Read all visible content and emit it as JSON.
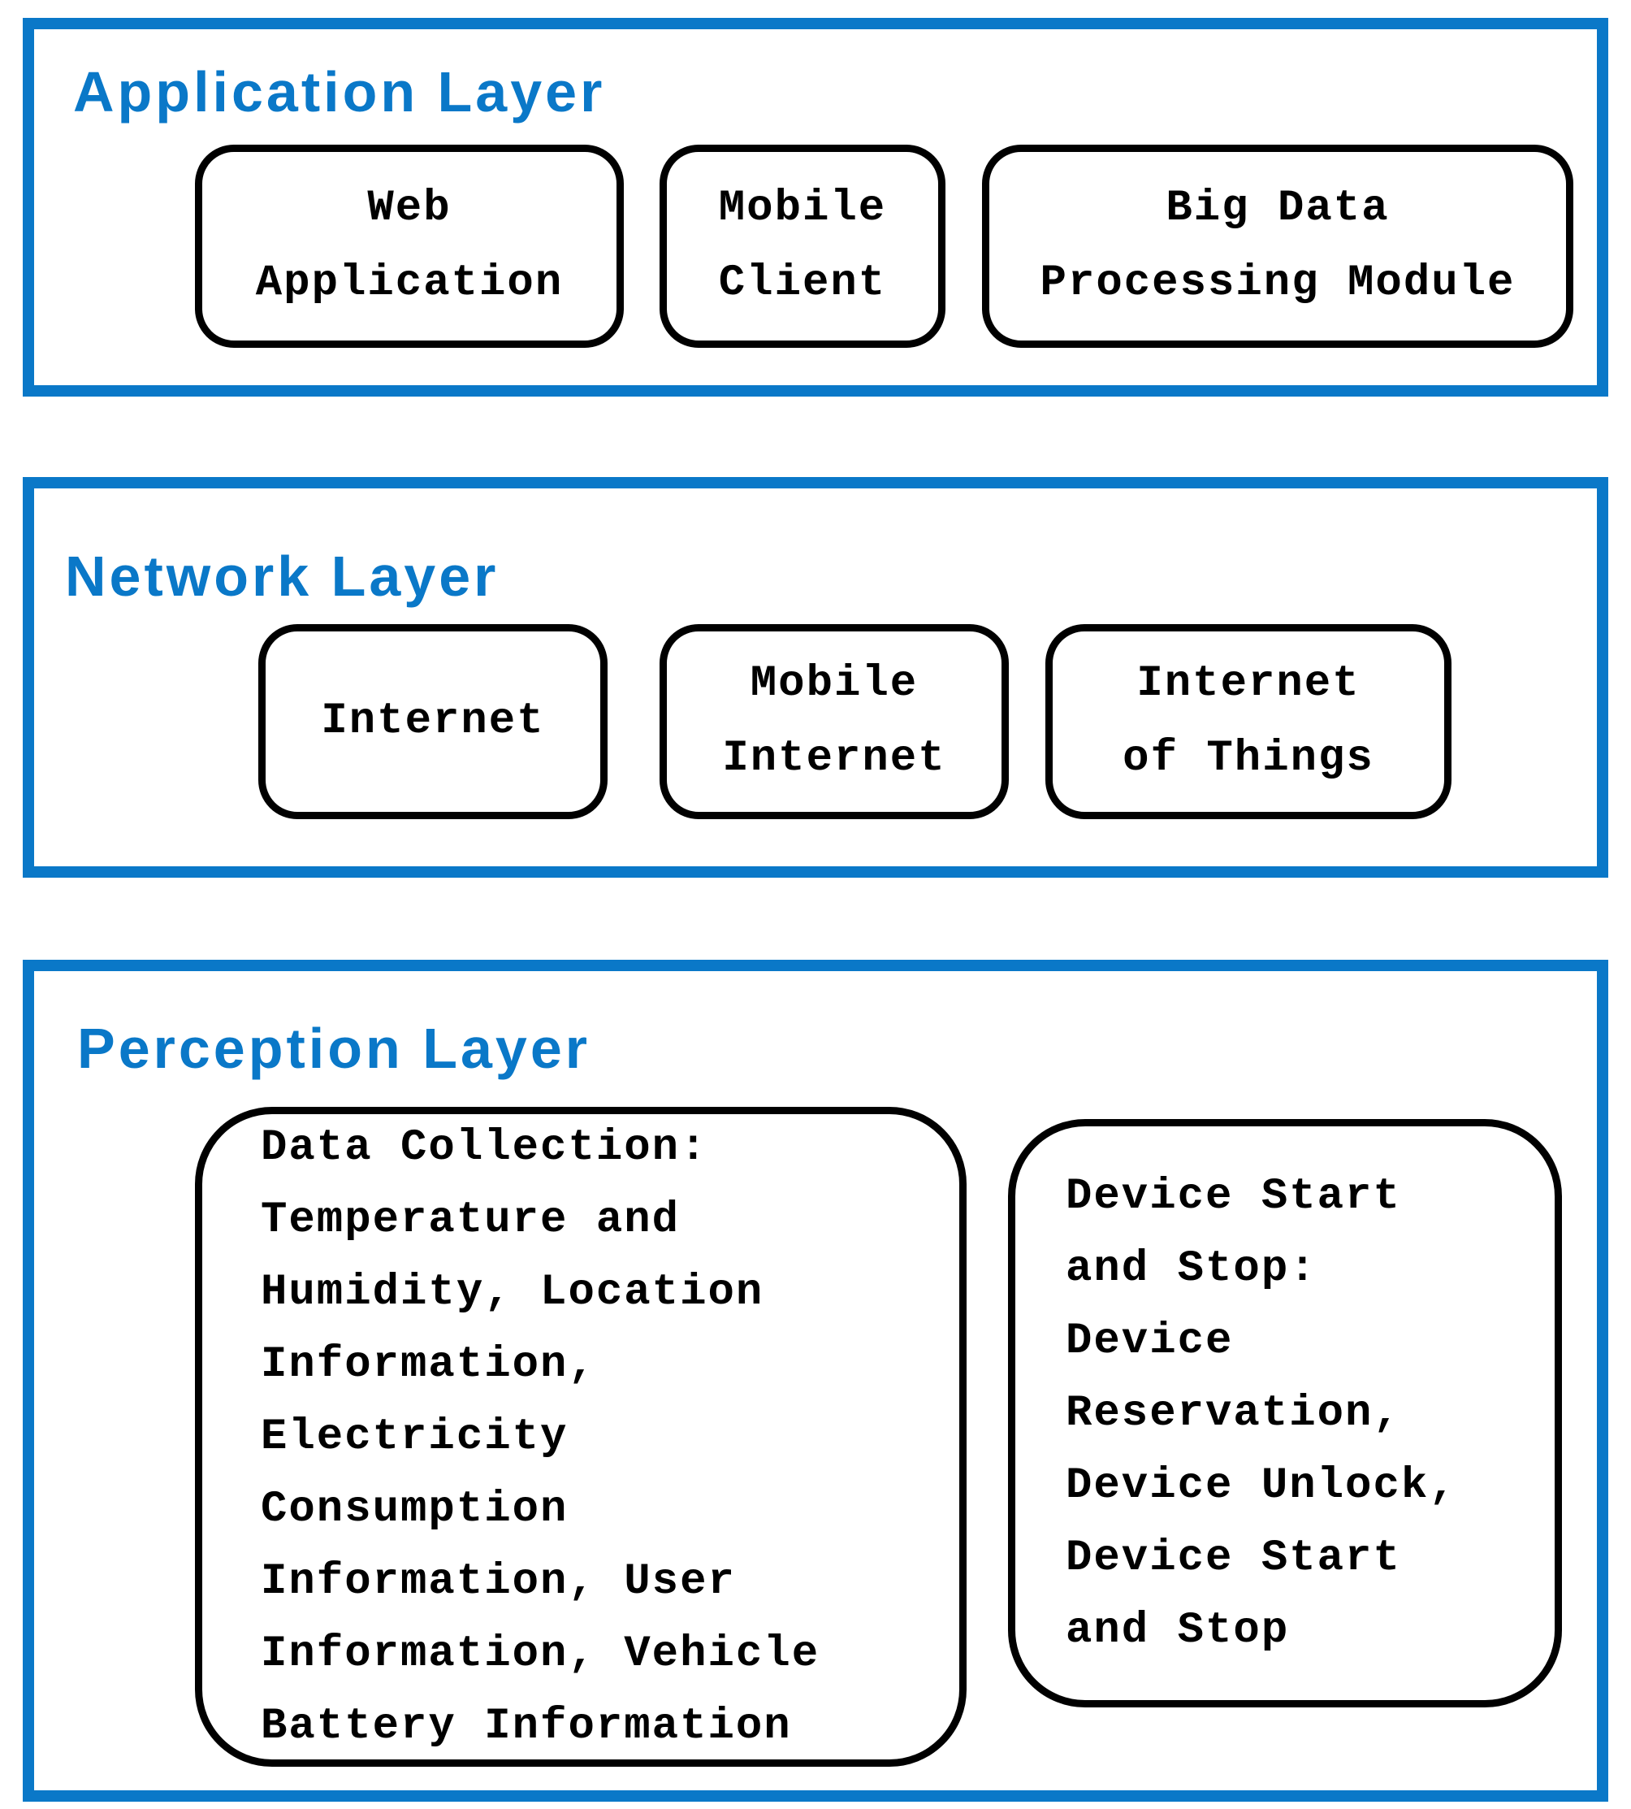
{
  "colors": {
    "accent_blue": "#0a78c8",
    "box_border": "#000000",
    "background": "#ffffff",
    "box_text": "#000000"
  },
  "layers": {
    "application": {
      "title": "Application Layer",
      "boxes": [
        {
          "label": "Web\nApplication"
        },
        {
          "label": "Mobile\nClient"
        },
        {
          "label": "Big Data\nProcessing Module"
        }
      ]
    },
    "network": {
      "title": "Network Layer",
      "boxes": [
        {
          "label": "Internet"
        },
        {
          "label": "Mobile\nInternet"
        },
        {
          "label": "Internet\nof Things"
        }
      ]
    },
    "perception": {
      "title": "Perception Layer",
      "boxes": [
        {
          "label": "Data Collection:\nTemperature and\nHumidity, Location\nInformation,\nElectricity\nConsumption\nInformation, User\nInformation, Vehicle\nBattery Information"
        },
        {
          "label": "Device Start\nand Stop:\nDevice\nReservation,\nDevice Unlock,\nDevice Start\nand Stop"
        }
      ]
    }
  }
}
